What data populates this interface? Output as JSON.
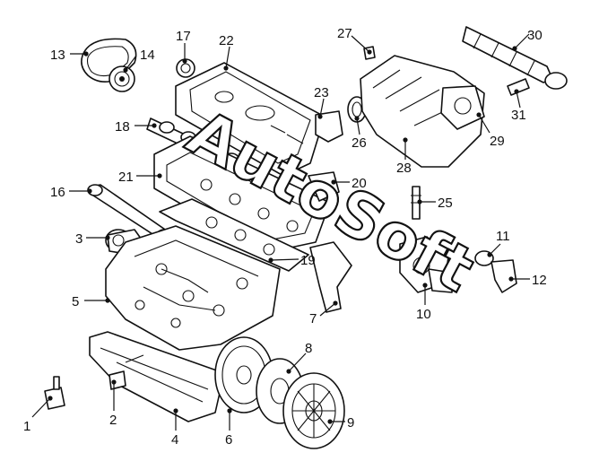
{
  "watermark": "AutoSoft",
  "callouts": [
    {
      "id": "1",
      "label": "1"
    },
    {
      "id": "2",
      "label": "2"
    },
    {
      "id": "3",
      "label": "3"
    },
    {
      "id": "4",
      "label": "4"
    },
    {
      "id": "5",
      "label": "5"
    },
    {
      "id": "6",
      "label": "6"
    },
    {
      "id": "7",
      "label": "7"
    },
    {
      "id": "8",
      "label": "8"
    },
    {
      "id": "9",
      "label": "9"
    },
    {
      "id": "10",
      "label": "10"
    },
    {
      "id": "11",
      "label": "11"
    },
    {
      "id": "12",
      "label": "12"
    },
    {
      "id": "13",
      "label": "13"
    },
    {
      "id": "14",
      "label": "14"
    },
    {
      "id": "16",
      "label": "16"
    },
    {
      "id": "17",
      "label": "17"
    },
    {
      "id": "18",
      "label": "18"
    },
    {
      "id": "19",
      "label": "19"
    },
    {
      "id": "20",
      "label": "20"
    },
    {
      "id": "21",
      "label": "21"
    },
    {
      "id": "22",
      "label": "22"
    },
    {
      "id": "23",
      "label": "23"
    },
    {
      "id": "25",
      "label": "25"
    },
    {
      "id": "26",
      "label": "26"
    },
    {
      "id": "27",
      "label": "27"
    },
    {
      "id": "28",
      "label": "28"
    },
    {
      "id": "29",
      "label": "29"
    },
    {
      "id": "30",
      "label": "30"
    },
    {
      "id": "31",
      "label": "31"
    }
  ]
}
